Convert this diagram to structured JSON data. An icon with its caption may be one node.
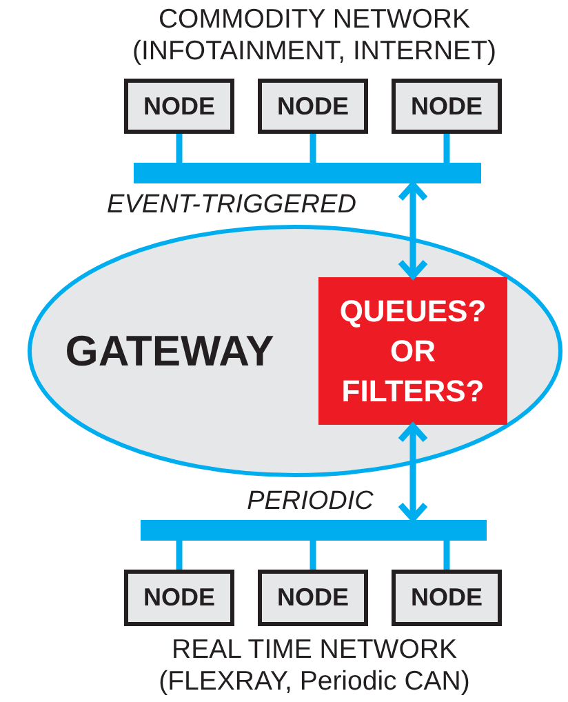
{
  "diagram": {
    "nodes": [
      {
        "text": [
          "NODE"
        ]
      },
      {
        "text": [
          "NODE"
        ]
      },
      {
        "text": [
          "NODE"
        ]
      },
      {
        "text": [],
        "shape": "bar"
      },
      {
        "text": [
          "GATEWAY"
        ]
      },
      {
        "text": [
          "QUEUES? OR FILTERS?"
        ],
        "in": 4
      },
      {
        "text": [],
        "shape": "bar"
      },
      {
        "text": [
          "NODE"
        ]
      },
      {
        "text": [
          "NODE"
        ]
      },
      {
        "text": [
          "NODE"
        ]
      }
    ],
    "edges": [
      {
        "from": 0,
        "to": 3,
        "arrow": "none"
      },
      {
        "from": 1,
        "to": 3,
        "arrow": "none"
      },
      {
        "from": 2,
        "to": 3,
        "arrow": "none"
      },
      {
        "from": 3,
        "to": 5,
        "arrow": "both"
      },
      {
        "from": 5,
        "to": 6,
        "arrow": "both"
      },
      {
        "from": 6,
        "to": 7,
        "arrow": "none"
      },
      {
        "from": 6,
        "to": 8,
        "arrow": "none"
      },
      {
        "from": 6,
        "to": 9,
        "arrow": "none"
      }
    ],
    "labels": [
      "COMMODITY NETWORK (INFOTAINMENT, INTERNET)",
      "EVENT-TRIGGERED",
      "PERIODIC",
      "REAL TIME NETWORK (FLEXRAY, Periodic CAN)"
    ]
  }
}
